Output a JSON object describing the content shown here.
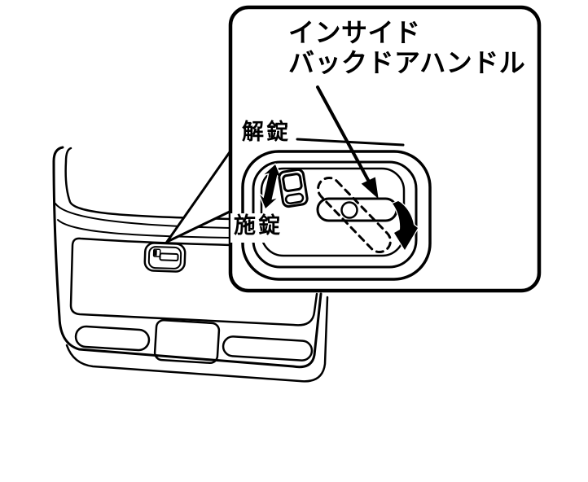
{
  "callout": {
    "handle_label_line1": "インサイド",
    "handle_label_line2": "バックドアハンドル",
    "unlock_label": "解錠",
    "lock_label": "施錠"
  },
  "colors": {
    "line": "#000000",
    "background": "#ffffff"
  }
}
